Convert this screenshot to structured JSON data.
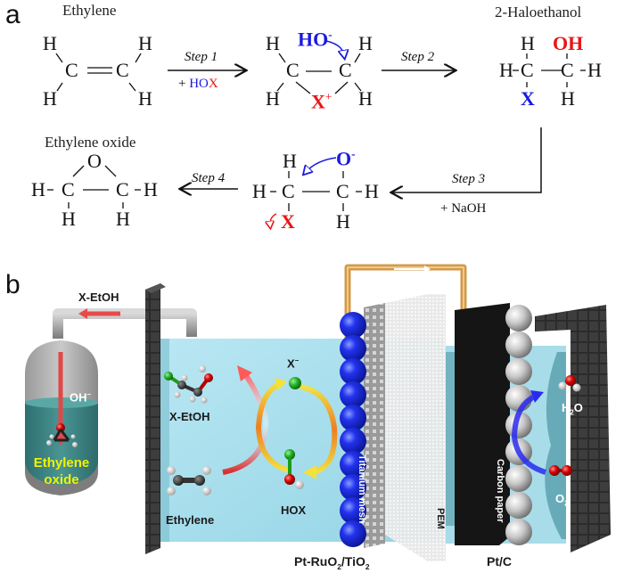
{
  "panel_a": {
    "label": "a",
    "titles": {
      "ethylene": "Ethylene",
      "haloethanol": "2-Haloethanol",
      "ethylene_oxide": "Ethylene oxide"
    },
    "steps": [
      {
        "label": "Step 1",
        "reagent_prefix": "+ ",
        "reagent_ho": "HO",
        "reagent_x": "X"
      },
      {
        "label": "Step 2"
      },
      {
        "label": "Step 3",
        "reagent": "+ NaOH"
      },
      {
        "label": "Step 4"
      }
    ],
    "atoms": {
      "H": "H",
      "C": "C",
      "O": "O",
      "X": "X",
      "OH": "OH",
      "HO": "HO",
      "minus": "-",
      "plus": "+"
    },
    "colors": {
      "nucleophile": "#1a1adf",
      "halogen": "#e81515"
    }
  },
  "panel_b": {
    "label": "b",
    "pipe_label": "X-EtOH",
    "tank": {
      "reagent": "OH",
      "reagent_charge": "−",
      "product_line1": "Ethylene",
      "product_line2": "oxide"
    },
    "anode_chamber": {
      "product": "X-EtOH",
      "reactant": "Ethylene",
      "halide": "X",
      "halide_charge": "−",
      "intermediate": "HOX"
    },
    "components": {
      "mesh": "Titanium mesh",
      "membrane": "PEM",
      "cathode_support": "Carbon paper"
    },
    "catalysts": {
      "anode_prefix": "Pt-RuO",
      "anode_sub1": "2",
      "anode_mid": "/TiO",
      "anode_sub2": "2",
      "cathode": "Pt/C"
    },
    "cathode_chamber": {
      "product_prefix": "H",
      "product_sub": "2",
      "product_suffix": "O",
      "reactant_prefix": "O",
      "reactant_sub": "2"
    },
    "colors": {
      "electrolyte": "#9fdcea",
      "anode_sphere": "#1f2fe0",
      "cathode_sphere": "#c8c8c8",
      "wire": "#d39a4a",
      "halide_atom": "#22b022",
      "oxygen_atom": "#d40000"
    }
  }
}
